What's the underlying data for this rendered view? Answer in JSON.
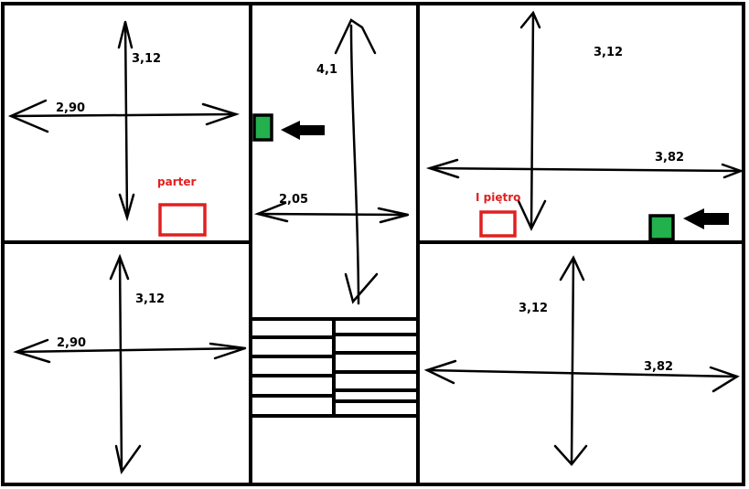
{
  "colors": {
    "line": "#000000",
    "floor_label": "#e02020",
    "marker_fill": "#22b14c",
    "background": "#ffffff"
  },
  "floors": {
    "ground": {
      "label": "parter"
    },
    "first": {
      "label": "I piętro"
    }
  },
  "rooms": [
    {
      "id": "top-left",
      "height": "3,12",
      "width": "2,90"
    },
    {
      "id": "bottom-left",
      "height": "3,12",
      "width": "2,90"
    },
    {
      "id": "hall",
      "height": "4,1",
      "width": "2,05"
    },
    {
      "id": "top-right",
      "height": "3,12",
      "width": "3,82"
    },
    {
      "id": "bottom-right",
      "height": "3,12",
      "width": "3,82"
    }
  ],
  "stairs": {
    "icon": "staircase-icon"
  },
  "entrances": [
    {
      "floor": "ground",
      "icon": "green-square-marker-icon"
    },
    {
      "floor": "first",
      "icon": "green-square-marker-icon"
    }
  ]
}
